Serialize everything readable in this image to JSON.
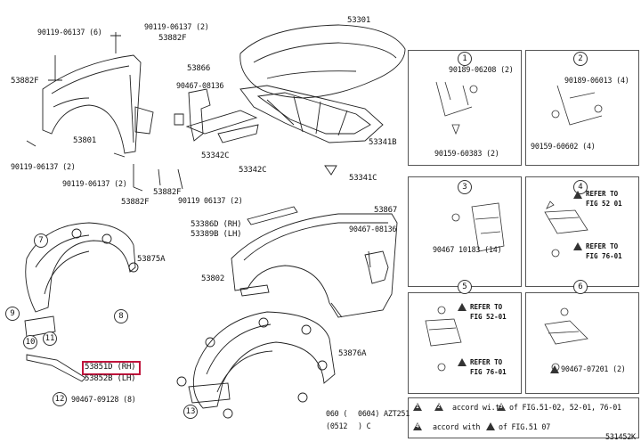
{
  "part_labels": {
    "p90119_06137_6": "90119-06137 (6)",
    "p90119_06137_2a": "90119-06137 (2)",
    "p53882F_a": "53882F",
    "p53882F_b": "53882F",
    "p53882F_c": "53882F",
    "p53882F_d": "53882F",
    "p53801": "53801",
    "p90119_06137_2b": "90119-06137 (2)",
    "p90119_06137_2c": "90119-06137 (2)",
    "p90119_06137_2d": "90119 06137 (2)",
    "p53866": "53866",
    "p90467_08136_a": "90467-08136",
    "p53342C_a": "53342C",
    "p53342C_b": "53342C",
    "p53301": "53301",
    "p53341B": "53341B",
    "p53341C": "53341C",
    "p53875A": "53875A",
    "p53851D": "53851D (RH)",
    "p53852B": "53852B (LH)",
    "p90467_09128": "90467-09128 (8)",
    "p53386D": "53386D (RH)",
    "p53389B": "53389B (LH)",
    "p53802": "53802",
    "p53867": "53867",
    "p90467_08136_b": "90467-08136",
    "p53876A": "53876A"
  },
  "detail_panels": [
    {
      "num": "1",
      "labels": [
        "90189-06208 (2)",
        "90159-60383 (2)"
      ]
    },
    {
      "num": "2",
      "labels": [
        "90189-06013 (4)",
        "90159-60602 (4)"
      ]
    },
    {
      "num": "3",
      "labels": [
        "90467 10183 (14)"
      ]
    },
    {
      "num": "4",
      "refs": [
        "REFER TO",
        "FIG 52 01",
        "REFER TO",
        "FIG 76-01"
      ]
    },
    {
      "num": "5",
      "refs": [
        "REFER TO",
        "FIG 52-01",
        "REFER TO",
        "FIG 76-01"
      ]
    },
    {
      "num": "6",
      "labels": [
        "90467-07201 (2)"
      ]
    }
  ],
  "callouts": {
    "c7": "7",
    "c8": "8",
    "c9": "9",
    "c10": "10",
    "c11": "11",
    "c12": "12",
    "c13": "13"
  },
  "footnotes": {
    "note1_text": "accord wi.t",
    "note1_ref": "of FIG.51-02, 52-01, 76-01",
    "note2_text": "accord with",
    "note2_ref": "of FIG.51 07",
    "date1": "060 (",
    "date1b": "0604) AZT251",
    "date2": "(0512",
    "date2b": ") C",
    "tri1": "1",
    "tri2": "2",
    "tri3": "3",
    "tri4": "4"
  },
  "figure_id": "531452K",
  "highlight_color": "#c0143c"
}
